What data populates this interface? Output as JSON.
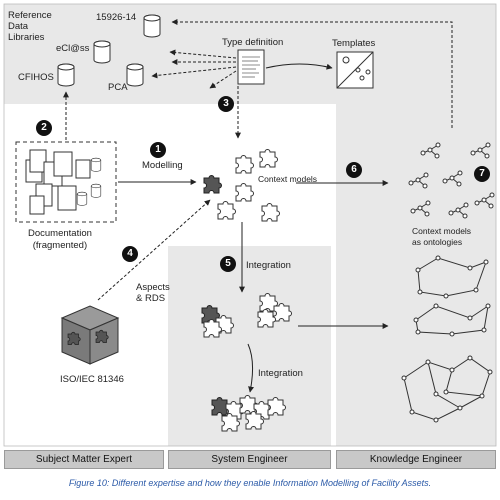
{
  "libraries": {
    "title": "Reference\nData\nLibraries",
    "items": [
      "15926-14",
      "eCl@ss",
      "CFIHOS",
      "PCA"
    ]
  },
  "type_definition": "Type definition",
  "templates": "Templates",
  "modelling": "Modelling",
  "context_models": "Context models",
  "documentation": "Documentation\n(fragmented)",
  "aspects": "Aspects\n& RDS",
  "iso": "ISO/IEC 81346",
  "integration_1": "Integration",
  "integration_2": "Integration",
  "ontologies": "Context models\nas ontologies",
  "steps": [
    "1",
    "2",
    "3",
    "4",
    "5",
    "6",
    "7"
  ],
  "lanes": [
    "Subject Matter Expert",
    "System Engineer",
    "Knowledge Engineer"
  ],
  "caption": "Figure 10: Different expertise and how they enable Information Modelling of Facility Assets."
}
